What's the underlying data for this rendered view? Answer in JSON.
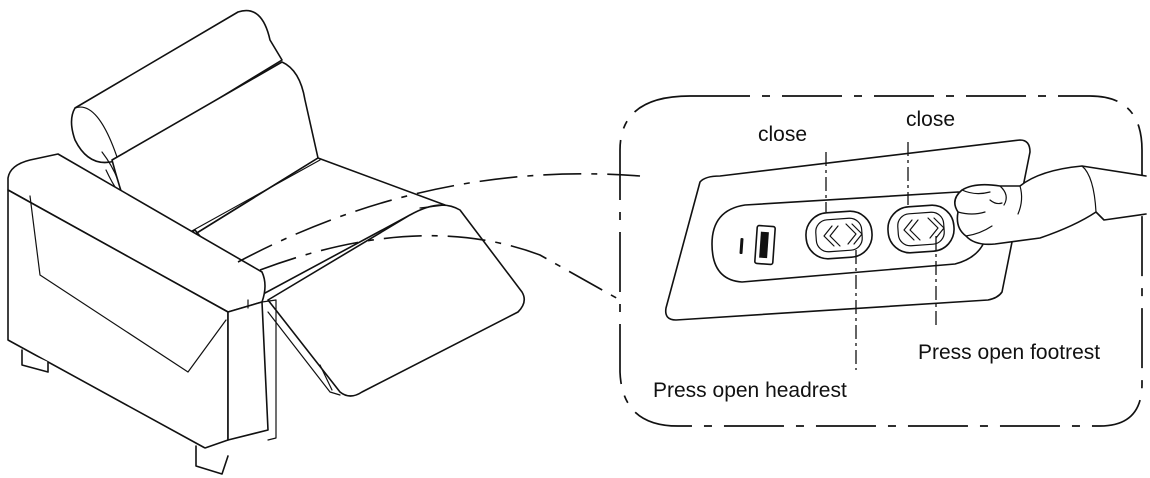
{
  "labels": {
    "close_left": "close",
    "close_right": "close",
    "press_open_headrest": "Press open headrest",
    "press_open_footrest": "Press open footrest"
  },
  "colors": {
    "line": "#111111",
    "background": "#ffffff"
  }
}
